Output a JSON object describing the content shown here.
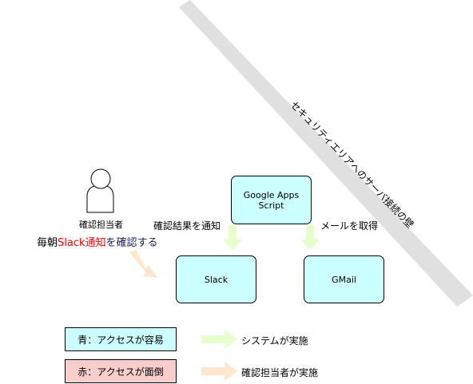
{
  "wall": {
    "label": "セキュリティエリアへのサーバ接続の壁"
  },
  "person": {
    "label": "確認担当者"
  },
  "caption": {
    "prefix": "毎朝",
    "highlight": "Slack通知",
    "suffix": "を確認する"
  },
  "nodes": {
    "gas": "Google Apps Script",
    "slack": "Slack",
    "gmail": "GMail"
  },
  "edges": {
    "notify": "確認結果を通知",
    "fetch_mail": "メールを取得"
  },
  "legend": {
    "blue_access": "青：アクセスが容易",
    "red_access": "赤：アクセスが面倒",
    "system_arrow": "システムが実施",
    "person_arrow": "確認担当者が実施"
  },
  "colors": {
    "cyan_fill": "#ccffff",
    "pink_fill": "#f8cecc",
    "green_arrow": "#e6ffcc",
    "orange_arrow": "#ffe6cc",
    "wall_gray": "#e0e0e0",
    "highlight_red": "#ff0000"
  }
}
